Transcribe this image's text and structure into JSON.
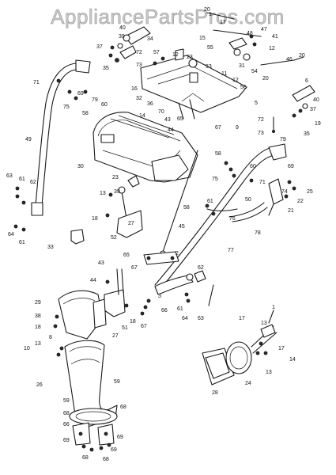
{
  "watermark": "AppliancePartsPros.com",
  "callouts": [
    {
      "id": "c1",
      "text": "20"
    },
    {
      "id": "c2",
      "text": "40"
    },
    {
      "id": "c3",
      "text": "37"
    },
    {
      "id": "c4",
      "text": "39"
    },
    {
      "id": "c5",
      "text": "34"
    },
    {
      "id": "c6",
      "text": "72"
    },
    {
      "id": "c7",
      "text": "73"
    },
    {
      "id": "c8",
      "text": "35"
    },
    {
      "id": "c9",
      "text": "57"
    },
    {
      "id": "c10",
      "text": "12"
    },
    {
      "id": "c11",
      "text": "23"
    },
    {
      "id": "c12",
      "text": "53"
    },
    {
      "id": "c13",
      "text": "1"
    },
    {
      "id": "c14",
      "text": "17"
    },
    {
      "id": "c15",
      "text": "15"
    },
    {
      "id": "c16",
      "text": "48"
    },
    {
      "id": "c17",
      "text": "47"
    },
    {
      "id": "c18",
      "text": "41"
    },
    {
      "id": "c19",
      "text": "55"
    },
    {
      "id": "c20",
      "text": "12"
    },
    {
      "id": "c21",
      "text": "46"
    },
    {
      "id": "c22",
      "text": "20"
    },
    {
      "id": "c23",
      "text": "31"
    },
    {
      "id": "c24",
      "text": "54"
    },
    {
      "id": "c25",
      "text": "20"
    },
    {
      "id": "c26",
      "text": "71"
    },
    {
      "id": "c27",
      "text": "69"
    },
    {
      "id": "c28",
      "text": "75"
    },
    {
      "id": "c29",
      "text": "58"
    },
    {
      "id": "c30",
      "text": "79"
    },
    {
      "id": "c31",
      "text": "60"
    },
    {
      "id": "c32",
      "text": "16"
    },
    {
      "id": "c33",
      "text": "32"
    },
    {
      "id": "c34",
      "text": "36"
    },
    {
      "id": "c35",
      "text": "70"
    },
    {
      "id": "c36",
      "text": "11"
    },
    {
      "id": "c37",
      "text": "12"
    },
    {
      "id": "c38",
      "text": "56"
    },
    {
      "id": "c39",
      "text": "5"
    },
    {
      "id": "c40",
      "text": "6"
    },
    {
      "id": "c41",
      "text": "40"
    },
    {
      "id": "c42",
      "text": "37"
    },
    {
      "id": "c43",
      "text": "19"
    },
    {
      "id": "c44",
      "text": "72"
    },
    {
      "id": "c45",
      "text": "73"
    },
    {
      "id": "c46",
      "text": "35"
    },
    {
      "id": "c47",
      "text": "14"
    },
    {
      "id": "c48",
      "text": "43"
    },
    {
      "id": "c49",
      "text": "65"
    },
    {
      "id": "c50",
      "text": "44"
    },
    {
      "id": "c51",
      "text": "67"
    },
    {
      "id": "c52",
      "text": "9"
    },
    {
      "id": "c53",
      "text": "49"
    },
    {
      "id": "c54",
      "text": "30"
    },
    {
      "id": "c55",
      "text": "63"
    },
    {
      "id": "c56",
      "text": "61"
    },
    {
      "id": "c57",
      "text": "62"
    },
    {
      "id": "c58",
      "text": "23"
    },
    {
      "id": "c59",
      "text": "13"
    },
    {
      "id": "c60",
      "text": "39"
    },
    {
      "id": "c61",
      "text": "18"
    },
    {
      "id": "c62",
      "text": "52"
    },
    {
      "id": "c63",
      "text": "27"
    },
    {
      "id": "c64",
      "text": "64"
    },
    {
      "id": "c65",
      "text": "61"
    },
    {
      "id": "c66",
      "text": "33"
    },
    {
      "id": "c67",
      "text": "79"
    },
    {
      "id": "c68",
      "text": "58"
    },
    {
      "id": "c69",
      "text": "60"
    },
    {
      "id": "c70",
      "text": "69"
    },
    {
      "id": "c71",
      "text": "75"
    },
    {
      "id": "c72",
      "text": "71"
    },
    {
      "id": "c73",
      "text": "74"
    },
    {
      "id": "c74",
      "text": "25"
    },
    {
      "id": "c75",
      "text": "22"
    },
    {
      "id": "c76",
      "text": "50"
    },
    {
      "id": "c77",
      "text": "21"
    },
    {
      "id": "c78",
      "text": "58"
    },
    {
      "id": "c79",
      "text": "61"
    },
    {
      "id": "c80",
      "text": "76"
    },
    {
      "id": "c81",
      "text": "78"
    },
    {
      "id": "c82",
      "text": "45"
    },
    {
      "id": "c83",
      "text": "77"
    },
    {
      "id": "c84",
      "text": "65"
    },
    {
      "id": "c85",
      "text": "2"
    },
    {
      "id": "c86",
      "text": "67"
    },
    {
      "id": "c87",
      "text": "62"
    },
    {
      "id": "c88",
      "text": "43"
    },
    {
      "id": "c89",
      "text": "44"
    },
    {
      "id": "c90",
      "text": "3"
    },
    {
      "id": "c91",
      "text": "66"
    },
    {
      "id": "c92",
      "text": "67"
    },
    {
      "id": "c93",
      "text": "61"
    },
    {
      "id": "c94",
      "text": "64"
    },
    {
      "id": "c95",
      "text": "63"
    },
    {
      "id": "c96",
      "text": "29"
    },
    {
      "id": "c97",
      "text": "38"
    },
    {
      "id": "c98",
      "text": "18"
    },
    {
      "id": "c99",
      "text": "8"
    },
    {
      "id": "c100",
      "text": "13"
    },
    {
      "id": "c101",
      "text": "10"
    },
    {
      "id": "c102",
      "text": "51"
    },
    {
      "id": "c103",
      "text": "18"
    },
    {
      "id": "c104",
      "text": "27"
    },
    {
      "id": "c105",
      "text": "1"
    },
    {
      "id": "c106",
      "text": "17"
    },
    {
      "id": "c107",
      "text": "13"
    },
    {
      "id": "c108",
      "text": "17"
    },
    {
      "id": "c109",
      "text": "14"
    },
    {
      "id": "c110",
      "text": "13"
    },
    {
      "id": "c111",
      "text": "24"
    },
    {
      "id": "c112",
      "text": "28"
    },
    {
      "id": "c113",
      "text": "26"
    },
    {
      "id": "c114",
      "text": "59"
    },
    {
      "id": "c115",
      "text": "59"
    },
    {
      "id": "c116",
      "text": "68"
    },
    {
      "id": "c117",
      "text": "66"
    },
    {
      "id": "c118",
      "text": "68"
    },
    {
      "id": "c119",
      "text": "69"
    },
    {
      "id": "c120",
      "text": "69"
    },
    {
      "id": "c121",
      "text": "68"
    },
    {
      "id": "c122",
      "text": "69"
    },
    {
      "id": "c123",
      "text": "68"
    }
  ]
}
